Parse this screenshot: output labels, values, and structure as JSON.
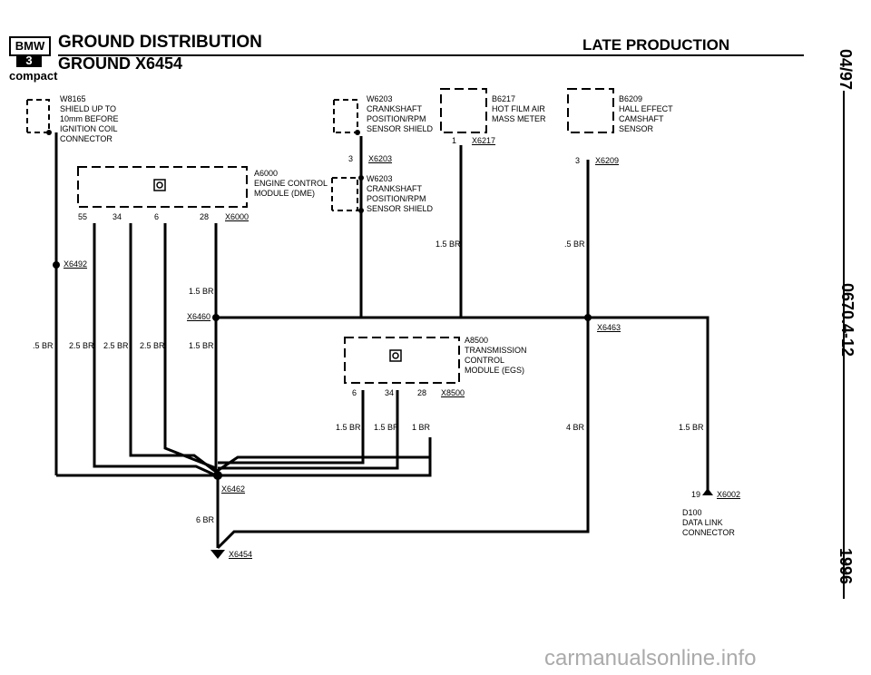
{
  "header": {
    "logo_bmw": "BMW",
    "logo_series": "3",
    "logo_compact": "compact",
    "title": "GROUND DISTRIBUTION",
    "subtitle": "GROUND X6454",
    "production": "LATE PRODUCTION"
  },
  "side_labels": {
    "date": "04/97",
    "doc_number": "0670.4-12",
    "year": "1996"
  },
  "components": {
    "w8165": [
      "W8165",
      "SHIELD UP TO",
      "10mm BEFORE",
      "IGNITION COIL",
      "CONNECTOR"
    ],
    "w6203_top": [
      "W6203",
      "CRANKSHAFT",
      "POSITION/RPM",
      "SENSOR SHIELD"
    ],
    "b6217": [
      "B6217",
      "HOT FILM AIR",
      "MASS METER"
    ],
    "b6209": [
      "B6209",
      "HALL EFFECT",
      "CAMSHAFT",
      "SENSOR"
    ],
    "a6000": [
      "A6000",
      "ENGINE CONTROL",
      "MODULE (DME)"
    ],
    "w6203_mid": [
      "W6203",
      "CRANKSHAFT",
      "POSITION/RPM",
      "SENSOR SHIELD"
    ],
    "a8500": [
      "A8500",
      "TRANSMISSION",
      "CONTROL",
      "MODULE (EGS)"
    ],
    "d100": [
      "D100",
      "DATA LINK",
      "CONNECTOR"
    ]
  },
  "connectors": {
    "x6217": "X6217",
    "x6203": "X6203",
    "x6209": "X6209",
    "x6000": "X6000",
    "x6492": "X6492",
    "x6460": "X6460",
    "x6463": "X6463",
    "x8500": "X8500",
    "x6462": "X6462",
    "x6454": "X6454",
    "x6002": "X6002"
  },
  "pins": {
    "b6217": "1",
    "x6203": "3",
    "x6209": "3",
    "a6000": [
      "55",
      "34",
      "6",
      "28"
    ],
    "a8500": [
      "6",
      "34",
      "28"
    ],
    "x6002": "19"
  },
  "wires": {
    "w_b6217": "1.5 BR",
    "w_b6209": ".5 BR",
    "w_x6460": "1.5 BR",
    "w_x6492": ".5 BR",
    "w_55": "2.5 BR",
    "w_34": "2.5 BR",
    "w_6": "2.5 BR",
    "w_28": "1.5 BR",
    "w_egs6": "1.5 BR",
    "w_egs34": "1.5 BR",
    "w_egs28": "1 BR",
    "w_4br": "4 BR",
    "w_dlc": "1.5 BR",
    "w_6br": "6 BR"
  },
  "watermark": "carmanualsonline.info"
}
